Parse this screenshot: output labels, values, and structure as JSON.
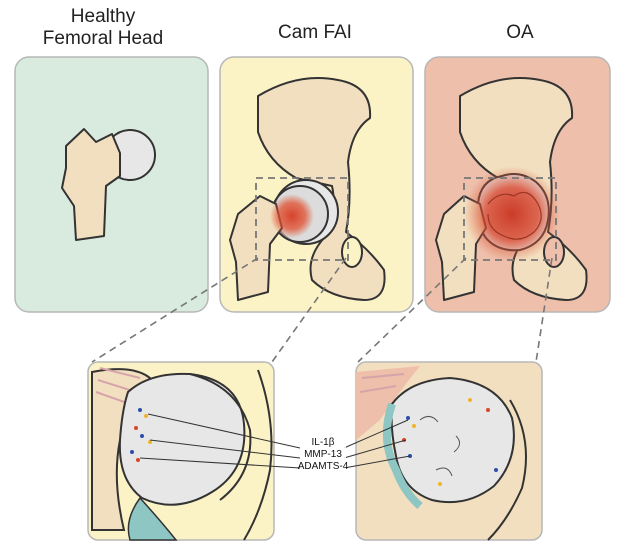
{
  "titles": {
    "healthy_line1": "Healthy",
    "healthy_line2": "Femoral Head",
    "cam": "Cam FAI",
    "oa": "OA"
  },
  "markers": [
    "IL-1β",
    "MMP-13",
    "ADAMTS-4"
  ],
  "colors": {
    "healthy_bg": "#d9eadf",
    "cam_bg": "#fbf2c6",
    "oa_bg": "#eebfaa",
    "bone": "#f2dfc0",
    "cartilage": "#e7e7e7",
    "inflammation": "#d9452a",
    "teal_labrum": "#8ec6c3",
    "outline": "#333333"
  },
  "icons": [
    "femur-icon",
    "pelvis-icon",
    "inflammation-spot-icon",
    "zoom-box-icon"
  ]
}
